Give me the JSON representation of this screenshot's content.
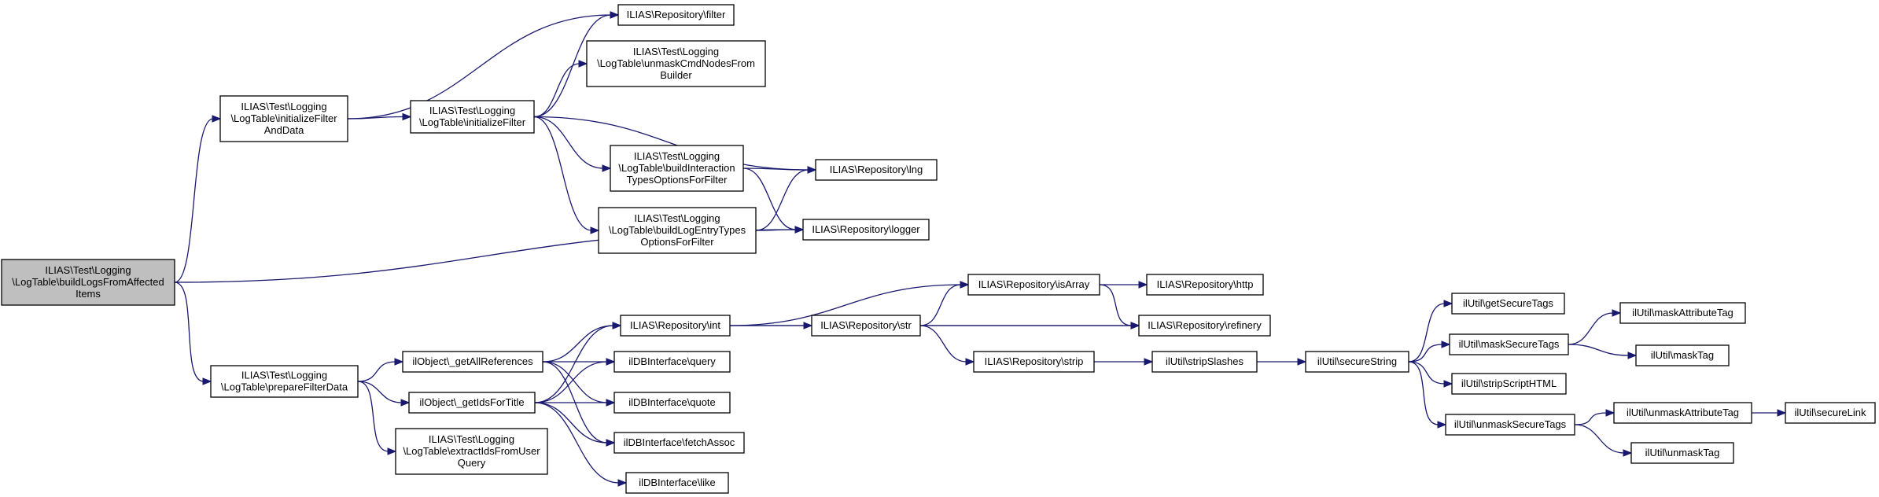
{
  "diagram": {
    "title": "",
    "colors": {
      "edge": "#191970",
      "root_fill": "#bfbfbf",
      "node_fill": "#ffffff",
      "node_stroke": "#000000"
    },
    "nodes": [
      {
        "id": "buildLogs",
        "lines": [
          "ILIAS\\Test\\Logging",
          "\\LogTable\\buildLogsFromAffected",
          "Items"
        ],
        "root": true
      },
      {
        "id": "initFilterAndData",
        "lines": [
          "ILIAS\\Test\\Logging",
          "\\LogTable\\initializeFilter",
          "AndData"
        ]
      },
      {
        "id": "prepareFilterData",
        "lines": [
          "ILIAS\\Test\\Logging",
          "\\LogTable\\prepareFilterData"
        ]
      },
      {
        "id": "initFilter",
        "lines": [
          "ILIAS\\Test\\Logging",
          "\\LogTable\\initializeFilter"
        ]
      },
      {
        "id": "repoFilter",
        "lines": [
          "ILIAS\\Repository\\filter"
        ]
      },
      {
        "id": "unmaskCmd",
        "lines": [
          "ILIAS\\Test\\Logging",
          "\\LogTable\\unmaskCmdNodesFrom",
          "Builder"
        ]
      },
      {
        "id": "buildInteraction",
        "lines": [
          "ILIAS\\Test\\Logging",
          "\\LogTable\\buildInteraction",
          "TypesOptionsForFilter"
        ]
      },
      {
        "id": "buildLogEntry",
        "lines": [
          "ILIAS\\Test\\Logging",
          "\\LogTable\\buildLogEntryTypes",
          "OptionsForFilter"
        ]
      },
      {
        "id": "repoLng",
        "lines": [
          "ILIAS\\Repository\\lng"
        ]
      },
      {
        "id": "repoLogger",
        "lines": [
          "ILIAS\\Repository\\logger"
        ]
      },
      {
        "id": "getAllRefs",
        "lines": [
          "ilObject\\_getAllReferences"
        ]
      },
      {
        "id": "getIdsForTitle",
        "lines": [
          "ilObject\\_getIdsForTitle"
        ]
      },
      {
        "id": "extractIds",
        "lines": [
          "ILIAS\\Test\\Logging",
          "\\LogTable\\extractIdsFromUser",
          "Query"
        ]
      },
      {
        "id": "repoInt",
        "lines": [
          "ILIAS\\Repository\\int"
        ]
      },
      {
        "id": "dbQuery",
        "lines": [
          "ilDBInterface\\query"
        ]
      },
      {
        "id": "dbQuote",
        "lines": [
          "ilDBInterface\\quote"
        ]
      },
      {
        "id": "dbFetchAssoc",
        "lines": [
          "ilDBInterface\\fetchAssoc"
        ]
      },
      {
        "id": "dbLike",
        "lines": [
          "ilDBInterface\\like"
        ]
      },
      {
        "id": "repoStr",
        "lines": [
          "ILIAS\\Repository\\str"
        ]
      },
      {
        "id": "repoIsArray",
        "lines": [
          "ILIAS\\Repository\\isArray"
        ]
      },
      {
        "id": "repoHttp",
        "lines": [
          "ILIAS\\Repository\\http"
        ]
      },
      {
        "id": "repoRefinery",
        "lines": [
          "ILIAS\\Repository\\refinery"
        ]
      },
      {
        "id": "repoStrip",
        "lines": [
          "ILIAS\\Repository\\strip"
        ]
      },
      {
        "id": "stripSlashes",
        "lines": [
          "ilUtil\\stripSlashes"
        ]
      },
      {
        "id": "secureString",
        "lines": [
          "ilUtil\\secureString"
        ]
      },
      {
        "id": "getSecureTags",
        "lines": [
          "ilUtil\\getSecureTags"
        ]
      },
      {
        "id": "maskSecureTags",
        "lines": [
          "ilUtil\\maskSecureTags"
        ]
      },
      {
        "id": "stripScriptHTML",
        "lines": [
          "ilUtil\\stripScriptHTML"
        ]
      },
      {
        "id": "unmaskSecureTags",
        "lines": [
          "ilUtil\\unmaskSecureTags"
        ]
      },
      {
        "id": "maskAttributeTag",
        "lines": [
          "ilUtil\\maskAttributeTag"
        ]
      },
      {
        "id": "maskTag",
        "lines": [
          "ilUtil\\maskTag"
        ]
      },
      {
        "id": "unmaskAttributeTag",
        "lines": [
          "ilUtil\\unmaskAttributeTag"
        ]
      },
      {
        "id": "unmaskTag",
        "lines": [
          "ilUtil\\unmaskTag"
        ]
      },
      {
        "id": "secureLink",
        "lines": [
          "ilUtil\\secureLink"
        ]
      }
    ],
    "edges": [
      [
        "buildLogs",
        "initFilterAndData"
      ],
      [
        "buildLogs",
        "prepareFilterData"
      ],
      [
        "buildLogs",
        "repoLogger"
      ],
      [
        "initFilterAndData",
        "initFilter"
      ],
      [
        "initFilterAndData",
        "repoFilter"
      ],
      [
        "initFilter",
        "repoFilter"
      ],
      [
        "initFilter",
        "unmaskCmd"
      ],
      [
        "initFilter",
        "buildInteraction"
      ],
      [
        "initFilter",
        "buildLogEntry"
      ],
      [
        "initFilter",
        "repoLng"
      ],
      [
        "buildInteraction",
        "repoLng"
      ],
      [
        "buildInteraction",
        "repoLogger"
      ],
      [
        "buildLogEntry",
        "repoLng"
      ],
      [
        "buildLogEntry",
        "repoLogger"
      ],
      [
        "prepareFilterData",
        "getAllRefs"
      ],
      [
        "prepareFilterData",
        "getIdsForTitle"
      ],
      [
        "prepareFilterData",
        "extractIds"
      ],
      [
        "getAllRefs",
        "repoInt"
      ],
      [
        "getAllRefs",
        "dbQuery"
      ],
      [
        "getAllRefs",
        "dbQuote"
      ],
      [
        "getAllRefs",
        "dbFetchAssoc"
      ],
      [
        "getIdsForTitle",
        "repoInt"
      ],
      [
        "getIdsForTitle",
        "dbQuery"
      ],
      [
        "getIdsForTitle",
        "dbQuote"
      ],
      [
        "getIdsForTitle",
        "dbFetchAssoc"
      ],
      [
        "getIdsForTitle",
        "dbLike"
      ],
      [
        "repoInt",
        "repoStr"
      ],
      [
        "repoInt",
        "repoIsArray"
      ],
      [
        "repoInt",
        "repoRefinery"
      ],
      [
        "repoStr",
        "repoIsArray"
      ],
      [
        "repoStr",
        "repoRefinery"
      ],
      [
        "repoStr",
        "repoStrip"
      ],
      [
        "repoIsArray",
        "repoHttp"
      ],
      [
        "repoIsArray",
        "repoRefinery"
      ],
      [
        "repoStrip",
        "stripSlashes"
      ],
      [
        "stripSlashes",
        "secureString"
      ],
      [
        "secureString",
        "getSecureTags"
      ],
      [
        "secureString",
        "maskSecureTags"
      ],
      [
        "secureString",
        "stripScriptHTML"
      ],
      [
        "secureString",
        "unmaskSecureTags"
      ],
      [
        "maskSecureTags",
        "maskAttributeTag"
      ],
      [
        "maskSecureTags",
        "maskTag"
      ],
      [
        "unmaskSecureTags",
        "unmaskAttributeTag"
      ],
      [
        "unmaskSecureTags",
        "unmaskTag"
      ],
      [
        "unmaskAttributeTag",
        "secureLink"
      ]
    ]
  }
}
